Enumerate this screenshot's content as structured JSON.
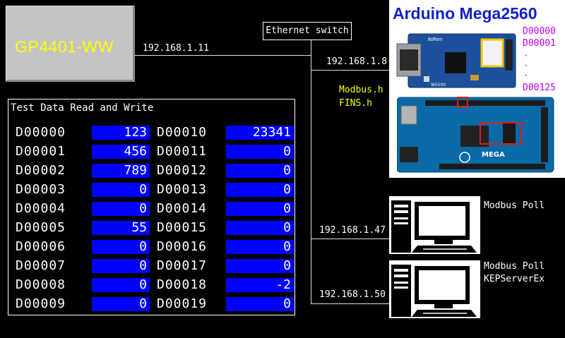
{
  "hmi": {
    "label": "GP4401-WW"
  },
  "network": {
    "switch_label": "Ethernet switch",
    "hmi_ip": "192.168.1.11",
    "arduino_ip": "192.168.1.8",
    "pc1_ip": "192.168.1.47",
    "pc2_ip": "192.168.1.50"
  },
  "libraries": {
    "modbus": "Modbus.h",
    "fins": "FINS.h"
  },
  "arduino": {
    "title": "Arduino Mega2560",
    "reg_start": "D00000",
    "reg_next": "D00001",
    "reg_end": "D00125",
    "ethernet_module_label": "W5500",
    "board_label": "MEGA"
  },
  "pc1": {
    "label": "Modbus Poll"
  },
  "pc2": {
    "label_line1": "Modbus Poll",
    "label_line2": "KEPServerEx"
  },
  "panel": {
    "title": "Test Data Read and Write",
    "left": [
      {
        "name": "D00000",
        "value": "123"
      },
      {
        "name": "D00001",
        "value": "456"
      },
      {
        "name": "D00002",
        "value": "789"
      },
      {
        "name": "D00003",
        "value": "0"
      },
      {
        "name": "D00004",
        "value": "0"
      },
      {
        "name": "D00005",
        "value": "55"
      },
      {
        "name": "D00006",
        "value": "0"
      },
      {
        "name": "D00007",
        "value": "0"
      },
      {
        "name": "D00008",
        "value": "0"
      },
      {
        "name": "D00009",
        "value": "0"
      }
    ],
    "right": [
      {
        "name": "D00010",
        "value": "23341"
      },
      {
        "name": "D00011",
        "value": "0"
      },
      {
        "name": "D00012",
        "value": "0"
      },
      {
        "name": "D00013",
        "value": "0"
      },
      {
        "name": "D00014",
        "value": "0"
      },
      {
        "name": "D00015",
        "value": "0"
      },
      {
        "name": "D00016",
        "value": "0"
      },
      {
        "name": "D00017",
        "value": "0"
      },
      {
        "name": "D00018",
        "value": "-2"
      },
      {
        "name": "D00019",
        "value": "0"
      }
    ]
  },
  "colors": {
    "value_bg": "#0000ff",
    "accent_yellow": "#ffff00",
    "title_blue": "#1022c8",
    "register_purple": "#c000ff"
  }
}
